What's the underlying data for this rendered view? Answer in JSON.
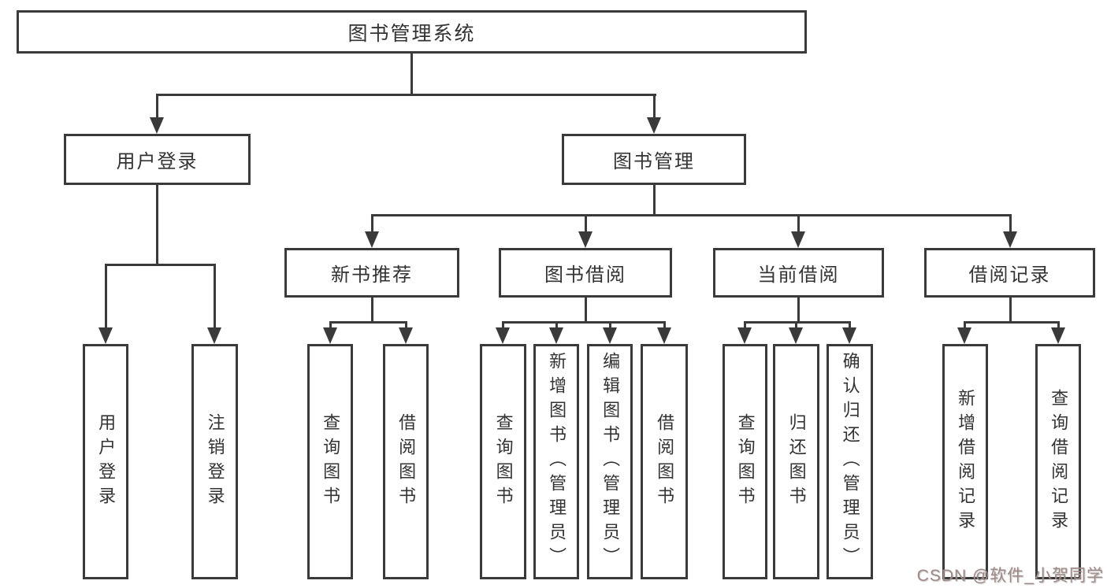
{
  "diagram": {
    "title": "图书管理系统",
    "root": {
      "label": "图书管理系统"
    },
    "level2": [
      {
        "id": "user-login",
        "label": "用户登录"
      },
      {
        "id": "book-management",
        "label": "图书管理"
      }
    ],
    "level3": [
      {
        "id": "new-book-recommend",
        "label": "新书推荐",
        "parent": "图书管理"
      },
      {
        "id": "book-borrowing",
        "label": "图书借阅",
        "parent": "图书管理"
      },
      {
        "id": "current-borrowing",
        "label": "当前借阅",
        "parent": "图书管理"
      },
      {
        "id": "borrowing-records",
        "label": "借阅记录",
        "parent": "图书管理"
      }
    ],
    "leaves": [
      {
        "label": "用户登录",
        "parent": "用户登录"
      },
      {
        "label": "注销登录",
        "parent": "用户登录"
      },
      {
        "label": "查询图书",
        "parent": "新书推荐"
      },
      {
        "label": "借阅图书",
        "parent": "新书推荐"
      },
      {
        "label": "查询图书",
        "parent": "图书借阅"
      },
      {
        "label": "新增图书（管理员）",
        "parent": "图书借阅"
      },
      {
        "label": "编辑图书（管理员）",
        "parent": "图书借阅"
      },
      {
        "label": "借阅图书",
        "parent": "图书借阅"
      },
      {
        "label": "查询图书",
        "parent": "当前借阅"
      },
      {
        "label": "归还图书",
        "parent": "当前借阅"
      },
      {
        "label": "确认归还（管理员）",
        "parent": "当前借阅"
      },
      {
        "label": "新增借阅记录",
        "parent": "借阅记录"
      },
      {
        "label": "查询借阅记录",
        "parent": "借阅记录"
      }
    ]
  },
  "watermark": {
    "text": "CSDN @软件_小贺同学",
    "color": "#a08a87"
  },
  "colors": {
    "line": "#3a3a3a",
    "text": "#333333",
    "background": "#ffffff"
  }
}
